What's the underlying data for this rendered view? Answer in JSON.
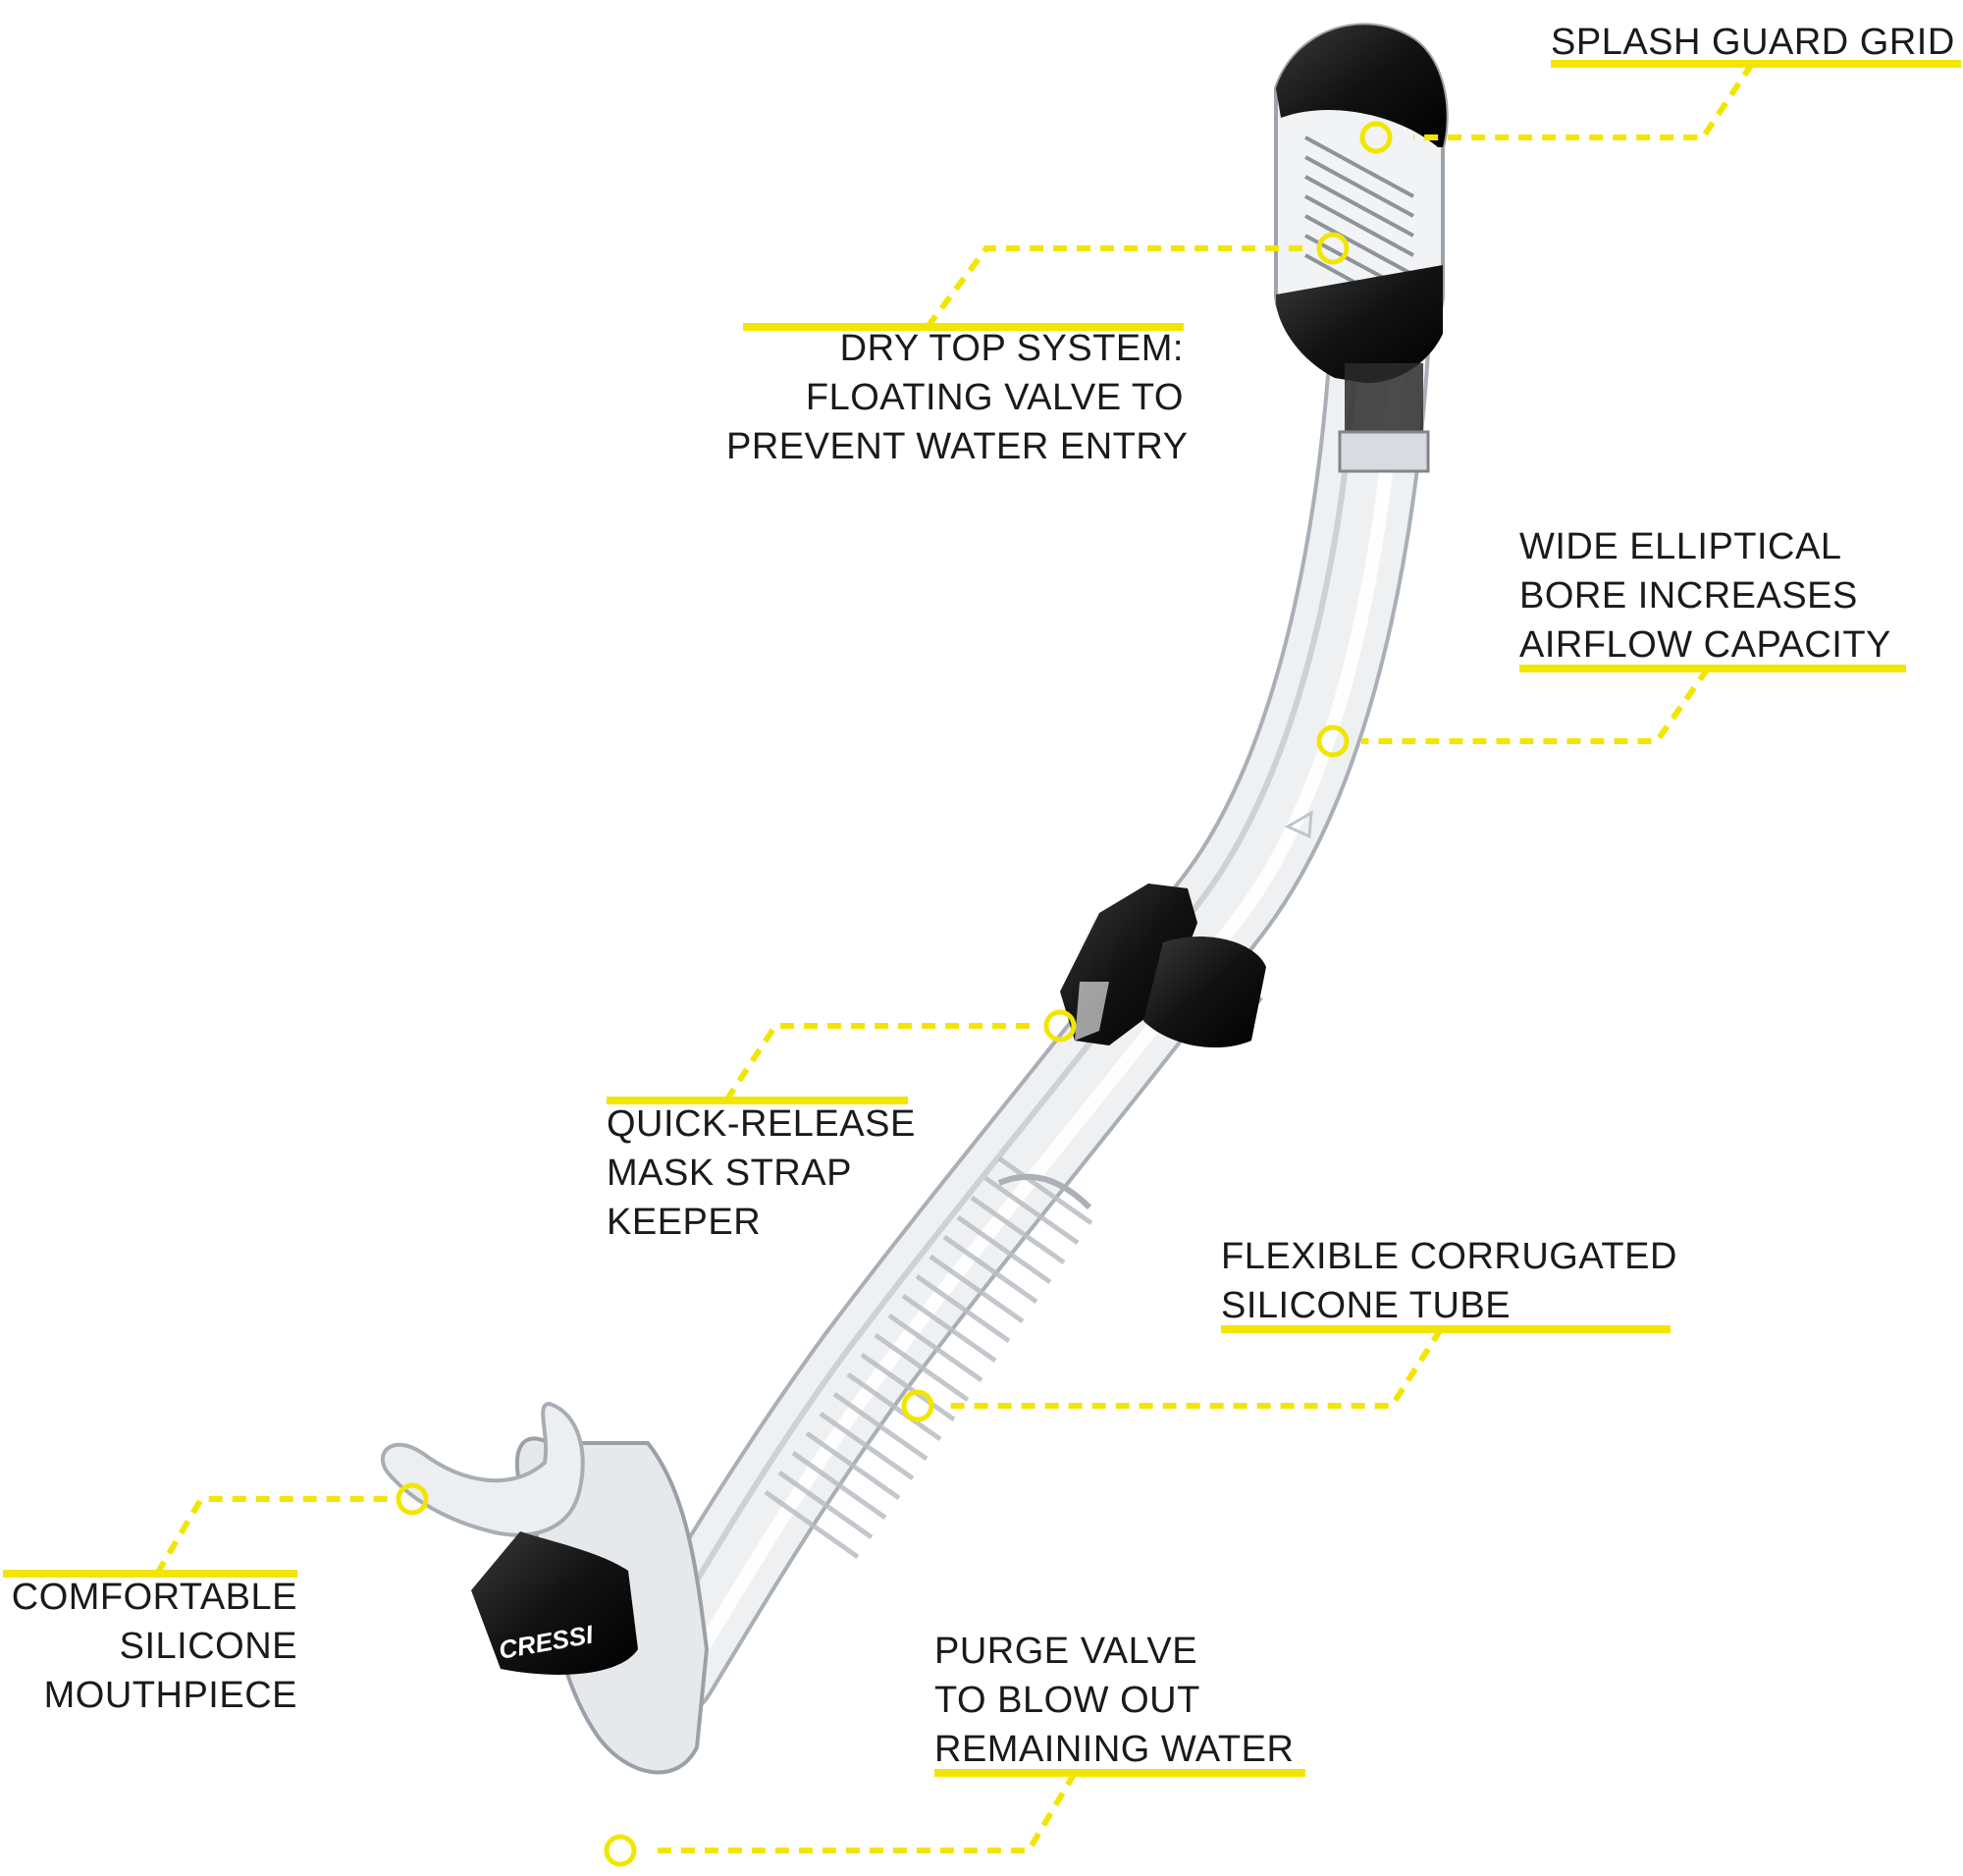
{
  "colors": {
    "accent": "#f2e600",
    "text": "#1a1a1a",
    "rubber": "#151515",
    "clear": "#e9ecef"
  },
  "brand": "CRESSI",
  "callouts": [
    {
      "id": "splash-guard-grid",
      "lines": [
        "SPLASH GUARD GRID"
      ]
    },
    {
      "id": "dry-top-system",
      "lines": [
        "DRY TOP SYSTEM:",
        "FLOATING VALVE TO",
        "PREVENT WATER ENTRY"
      ]
    },
    {
      "id": "wide-elliptical-bore",
      "lines": [
        "WIDE ELLIPTICAL",
        "BORE INCREASES",
        "AIRFLOW CAPACITY"
      ]
    },
    {
      "id": "quick-release-keeper",
      "lines": [
        "QUICK-RELEASE",
        "MASK STRAP",
        "KEEPER"
      ]
    },
    {
      "id": "flexible-corrugated-tube",
      "lines": [
        "FLEXIBLE CORRUGATED",
        "SILICONE TUBE"
      ]
    },
    {
      "id": "silicone-mouthpiece",
      "lines": [
        "COMFORTABLE",
        "SILICONE",
        "MOUTHPIECE"
      ]
    },
    {
      "id": "purge-valve",
      "lines": [
        "PURGE VALVE",
        "TO BLOW OUT",
        "REMAINING WATER"
      ]
    }
  ]
}
